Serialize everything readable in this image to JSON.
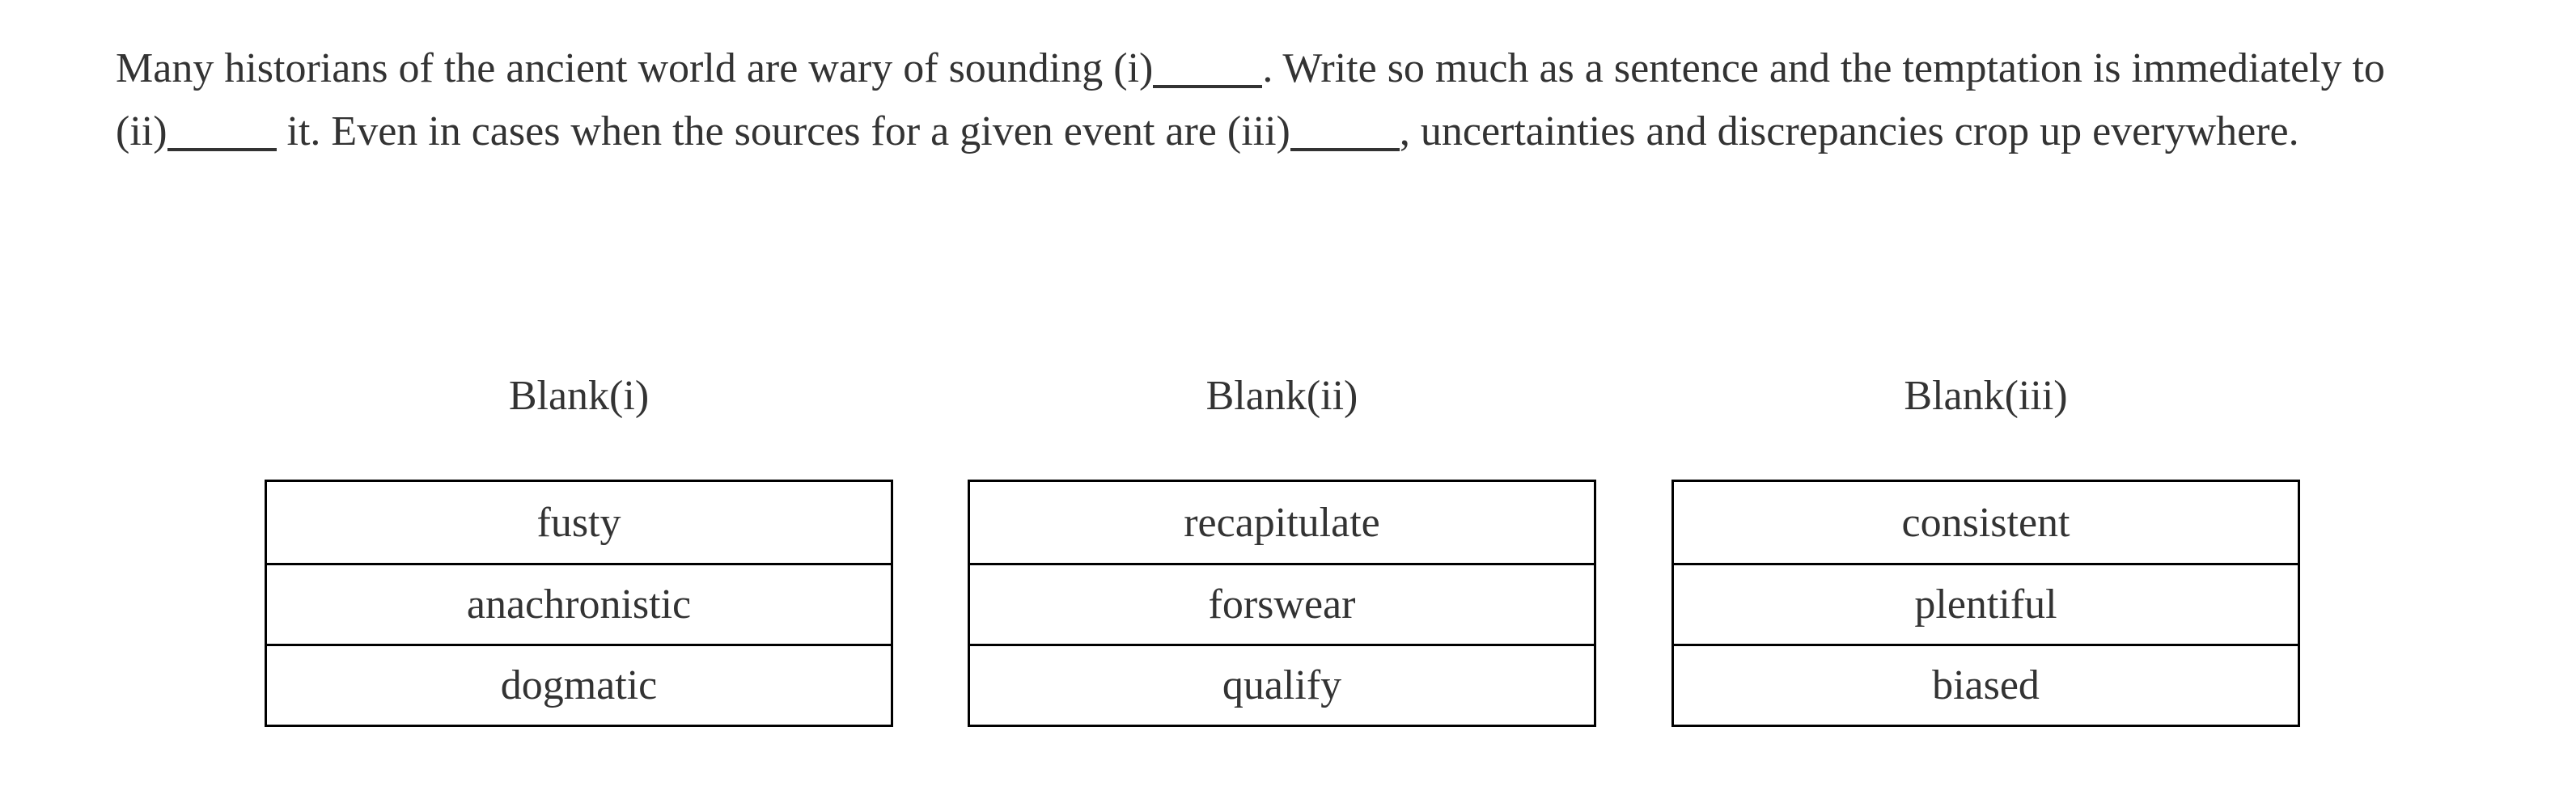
{
  "question": {
    "passage_segments": [
      "Many historians of the ancient world are wary of sounding ",
      ". Write so much as a sentence and the temptation is immediately to ",
      " it. Even in cases when the sources for a given event are ",
      ", uncertainties and discrepancies crop up everywhere."
    ],
    "blank_markers": [
      "(i)",
      "(ii)",
      "(iii)"
    ]
  },
  "columns": [
    {
      "label": "Blank(i)",
      "options": [
        "fusty",
        "anachronistic",
        "dogmatic"
      ]
    },
    {
      "label": "Blank(ii)",
      "options": [
        "recapitulate",
        "forswear",
        "qualify"
      ]
    },
    {
      "label": "Blank(iii)",
      "options": [
        "consistent",
        "plentiful",
        "biased"
      ]
    }
  ],
  "colors": {
    "background": "#ffffff",
    "text": "#333333",
    "table_border": "#000000"
  }
}
